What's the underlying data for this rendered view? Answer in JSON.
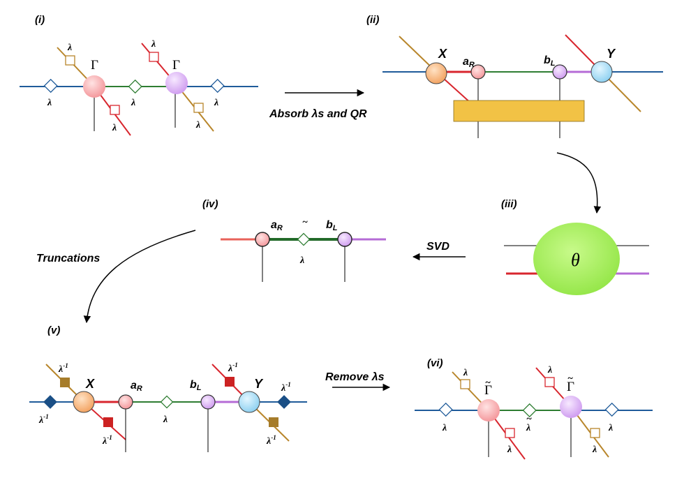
{
  "steps": {
    "i": "(i)",
    "ii": "(ii)",
    "iii": "(iii)",
    "iv": "(iv)",
    "v": "(v)",
    "vi": "(vi)"
  },
  "actions": {
    "absorb": "Absorb λs and QR",
    "svd": "SVD",
    "truncations": "Truncations",
    "remove": "Remove λs"
  },
  "symbols": {
    "lambda": "λ",
    "lambda_inv": "λ",
    "inv_exp": "-1",
    "gamma": "Γ",
    "tilde": "~",
    "X": "X",
    "Y": "Y",
    "a": "a",
    "b": "b",
    "R": "R",
    "L": "L",
    "theta": "θ"
  },
  "colors": {
    "blue_bond": "#1f5b9a",
    "green_bond": "#2e7d32",
    "red_leg": "#d8262e",
    "brown_leg": "#b8862b",
    "pink_node": "#f6a3a6",
    "violet_node": "#d6a6ee",
    "orange_node": "#f7b479",
    "cyan_node": "#a7dcf4",
    "green_theta": "#a6ee5c",
    "gold_block": "#f2c245",
    "navy_diamond": "#1a4f86",
    "red_square": "#cc2222",
    "brown_square": "#a67c2a"
  }
}
